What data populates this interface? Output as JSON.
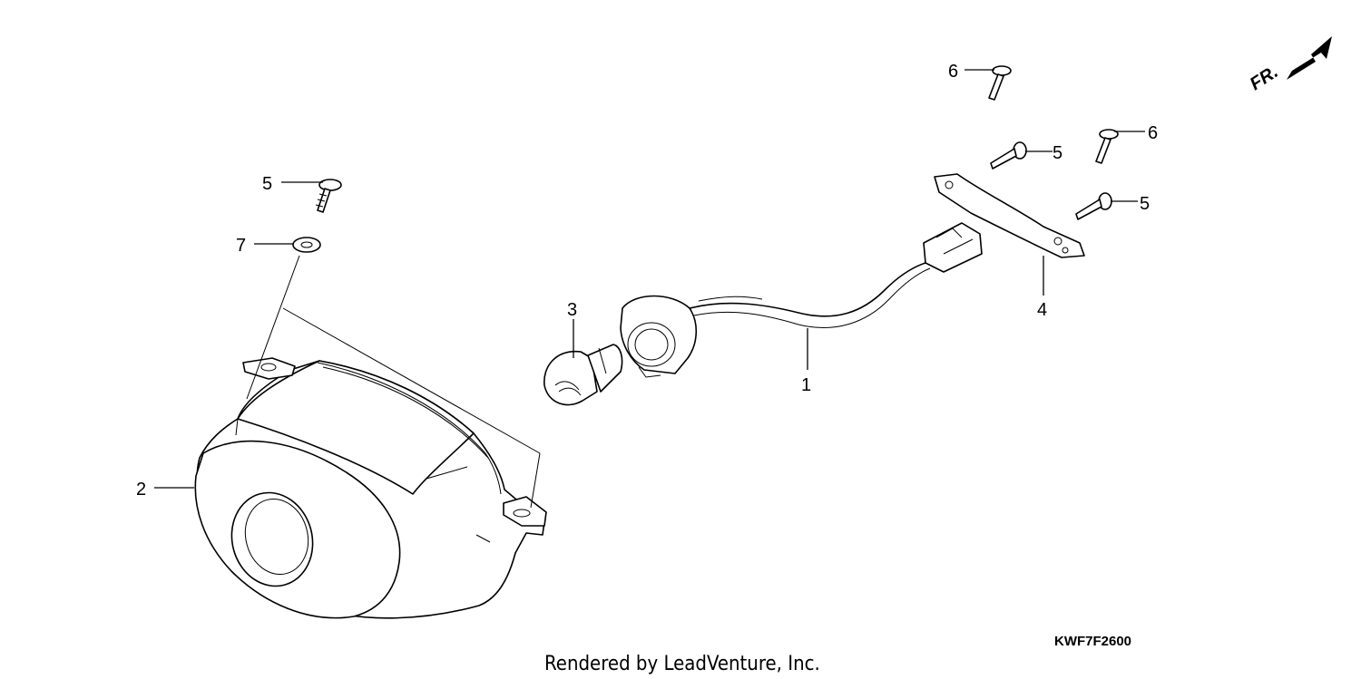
{
  "callouts": {
    "c1": "1",
    "c2": "2",
    "c3": "3",
    "c4": "4",
    "c5a": "5",
    "c5b": "5",
    "c5c": "5",
    "c6a": "6",
    "c6b": "6",
    "c7": "7"
  },
  "direction_label": "FR.",
  "diagram_code": "KWF7F2600",
  "credit": "Rendered by LeadVenture, Inc."
}
